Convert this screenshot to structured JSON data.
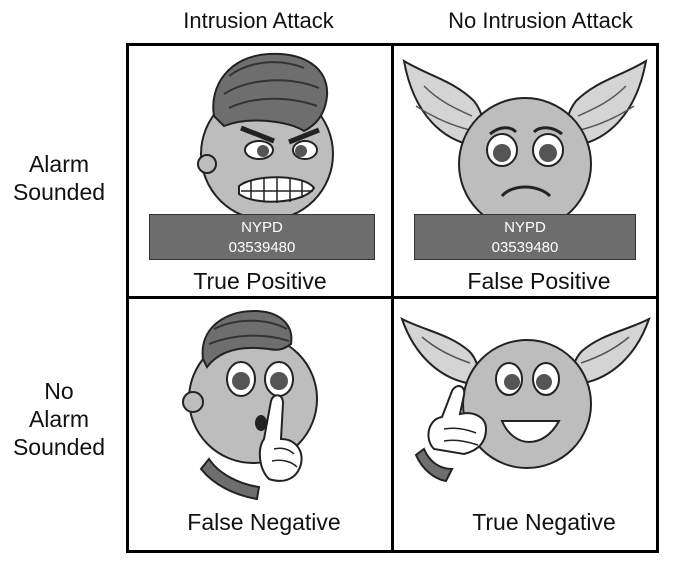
{
  "columns": {
    "intrusion": "Intrusion Attack",
    "no_intrusion": "No Intrusion Attack"
  },
  "rows": {
    "alarm": [
      "Alarm",
      "Sounded"
    ],
    "no_alarm": [
      "No",
      "Alarm",
      "Sounded"
    ]
  },
  "cells": {
    "tp": {
      "label": "True Positive",
      "plate_line1": "NYPD",
      "plate_line2": "03539480",
      "icon": "angry-punk-emoji-icon"
    },
    "fp": {
      "label": "False Positive",
      "plate_line1": "NYPD",
      "plate_line2": "03539480",
      "icon": "sad-winged-emoji-icon"
    },
    "fn": {
      "label": "False Negative",
      "icon": "shushing-punk-emoji-icon"
    },
    "tn": {
      "label": "True Negative",
      "icon": "happy-winged-thumbs-up-emoji-icon"
    }
  },
  "colors": {
    "face": "#bdbdbd",
    "hair": "#6e6e6e",
    "wing": "#d4d4d4",
    "plate": "#6d6d6d",
    "grid": "#000000"
  }
}
